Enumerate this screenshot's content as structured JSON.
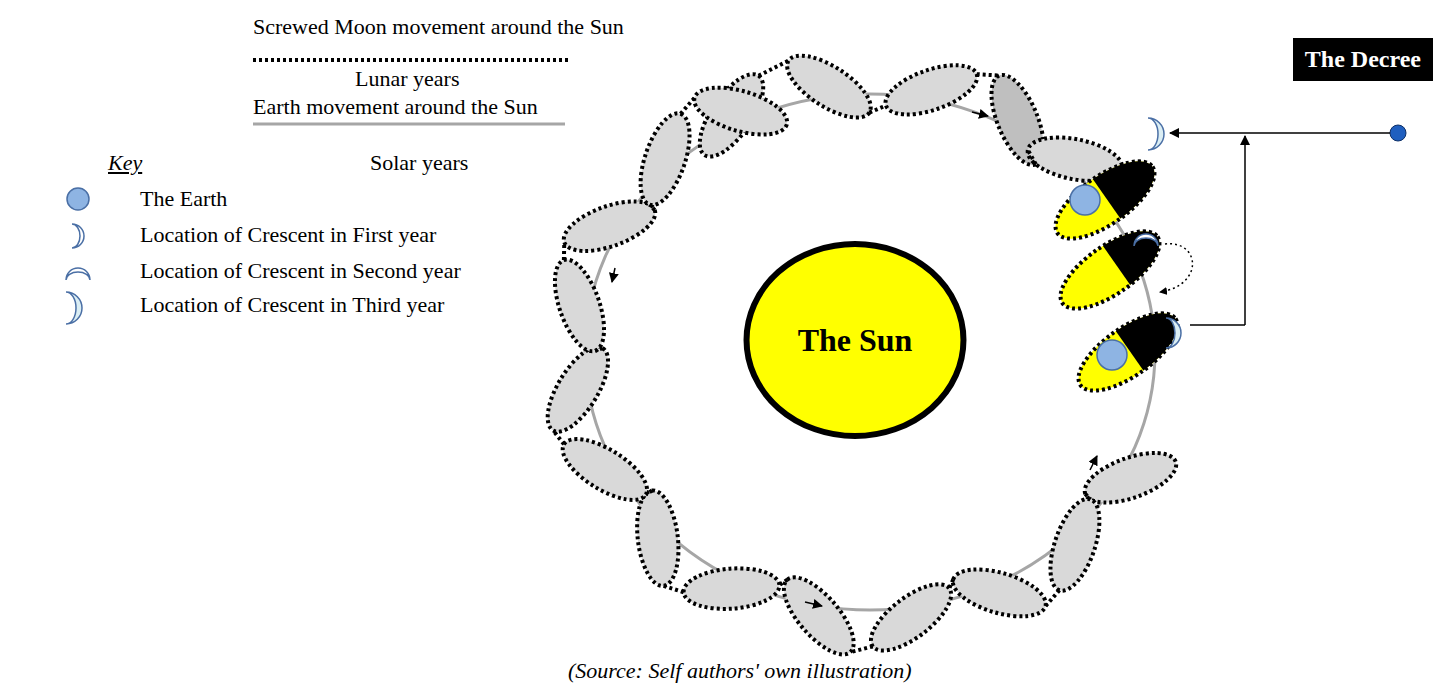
{
  "diagram": {
    "caption": "(Source: Self authors' own illustration)",
    "nodes": [
      {
        "text": [
          "The Sun"
        ]
      },
      {
        "text": [
          "The Decree"
        ]
      }
    ],
    "labels": [
      "Key"
    ],
    "legend": [
      {
        "text": "Screwed Moon movement around the Sun"
      },
      {
        "text": "Lunar years"
      },
      {
        "text": "Earth movement around the Sun"
      },
      {
        "text": "Solar years"
      },
      {
        "text": "The Earth"
      },
      {
        "text": "Location of Crescent in First year"
      },
      {
        "text": "Location of Crescent in Second year"
      },
      {
        "text": "Location of Crescent in Third year"
      }
    ]
  }
}
